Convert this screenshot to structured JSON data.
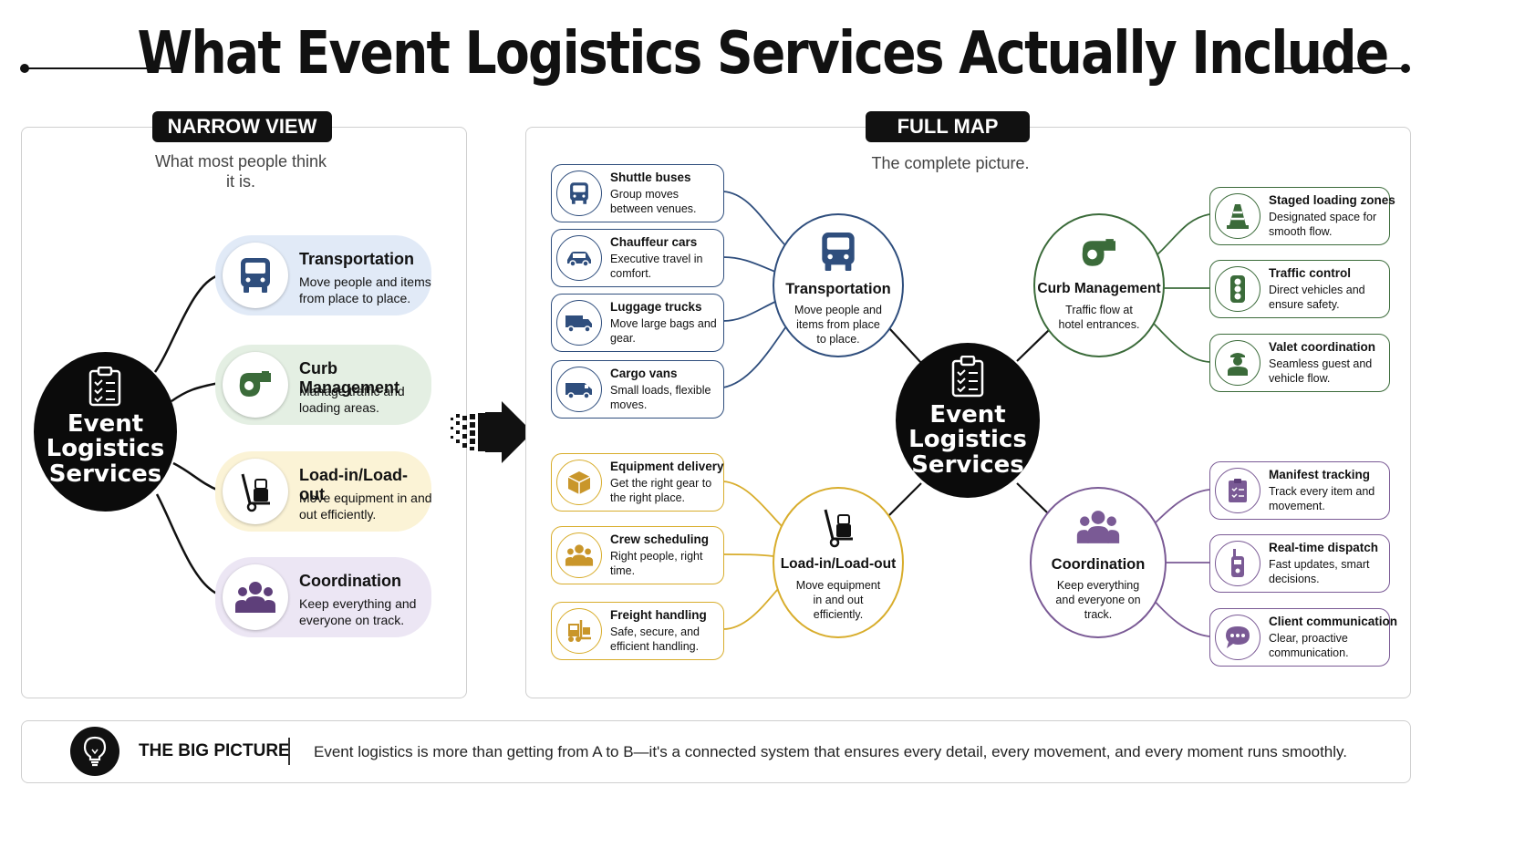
{
  "title": "What Event Logistics Services Actually Include",
  "narrow": {
    "label": "NARROW VIEW",
    "subtitle_line1": "What most people think",
    "subtitle_line2": "it is.",
    "hub": {
      "line1": "Event",
      "line2": "Logistics",
      "line3": "Services"
    },
    "cards": [
      {
        "title": "Transportation",
        "desc": "Move people and items from place to place.",
        "icon": "bus-icon",
        "color": "#e1eaf7"
      },
      {
        "title": "Curb Management",
        "desc": "Manage traffic and loading areas.",
        "icon": "whistle-icon",
        "color": "#e4efe3"
      },
      {
        "title": "Load-in/Load-out",
        "desc": "Move equipment in and out efficiently.",
        "icon": "hand-truck-icon",
        "color": "#fbf3d6"
      },
      {
        "title": "Coordination",
        "desc": "Keep everything and everyone on track.",
        "icon": "team-icon",
        "color": "#ece6f4"
      }
    ]
  },
  "full": {
    "label": "FULL MAP",
    "subtitle": "The complete picture.",
    "hub": {
      "line1": "Event",
      "line2": "Logistics",
      "line3": "Services"
    },
    "colors": {
      "transportation": "#2f4e7d",
      "curb": "#3b6b3a",
      "load": "#d8ad2c",
      "coordination": "#7a5a95"
    },
    "clusters": {
      "transportation": {
        "title": "Transportation",
        "desc": "Move people and items from place to place."
      },
      "curb": {
        "title": "Curb Management",
        "desc": "Traffic flow at hotel entrances."
      },
      "load": {
        "title": "Load-in/Load-out",
        "desc": "Move equipment in and out efficiently."
      },
      "coordination": {
        "title": "Coordination",
        "desc": "Keep everything and everyone on track."
      }
    },
    "transport_items": [
      {
        "title": "Shuttle buses",
        "desc": "Group moves between venues.",
        "icon": "bus-icon"
      },
      {
        "title": "Chauffeur cars",
        "desc": "Executive travel in comfort.",
        "icon": "car-icon"
      },
      {
        "title": "Luggage trucks",
        "desc": "Move large bags and gear.",
        "icon": "truck-icon"
      },
      {
        "title": "Cargo vans",
        "desc": "Small loads, flexible moves.",
        "icon": "van-icon"
      }
    ],
    "load_items": [
      {
        "title": "Equipment delivery",
        "desc": "Get the right gear to the right place.",
        "icon": "box-icon"
      },
      {
        "title": "Crew scheduling",
        "desc": "Right people, right time.",
        "icon": "crew-icon"
      },
      {
        "title": "Freight handling",
        "desc": "Safe, secure, and efficient handling.",
        "icon": "forklift-icon"
      }
    ],
    "curb_items": [
      {
        "title": "Staged loading zones",
        "desc": "Designated space for smooth flow.",
        "icon": "traffic-cone-icon"
      },
      {
        "title": "Traffic control",
        "desc": "Direct vehicles and ensure safety.",
        "icon": "traffic-light-icon"
      },
      {
        "title": "Valet coordination",
        "desc": "Seamless guest and vehicle flow.",
        "icon": "valet-icon"
      }
    ],
    "coord_items": [
      {
        "title": "Manifest tracking",
        "desc": "Track every item and movement.",
        "icon": "clipboard-icon"
      },
      {
        "title": "Real-time dispatch",
        "desc": "Fast updates, smart decisions.",
        "icon": "radio-icon"
      },
      {
        "title": "Client communication",
        "desc": "Clear, proactive communication.",
        "icon": "chat-icon"
      }
    ]
  },
  "footer": {
    "label": "THE BIG PICTURE",
    "text": "Event logistics is more than getting from A to B—it's a connected system that ensures every detail, every movement, and every moment runs smoothly.",
    "icon": "lightbulb-icon"
  }
}
